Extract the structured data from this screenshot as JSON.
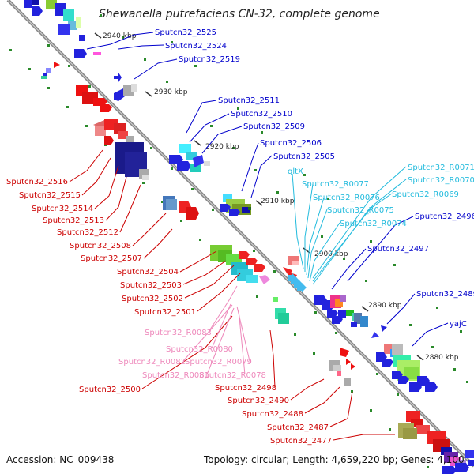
{
  "header": {
    "title": "Shewanella putrefaciens CN-32, complete genome"
  },
  "footer": {
    "accession": "Accession: NC_009438",
    "topology": "Topology: circular; Length: 4,659,220 bp; Genes: 4,100"
  },
  "colors": {
    "blue_label": "#0000cc",
    "red_label": "#cc0000",
    "pink_label": "#ee88bb",
    "cyan_label": "#22bbdd",
    "backbone": "#888888",
    "tick": "#228822"
  },
  "kbp_markers": [
    "2940 kbp",
    "2930 kbp",
    "2920 kbp",
    "2910 kbp",
    "2900 kbp",
    "2890 kbp",
    "2880 kbp"
  ],
  "labels": {
    "blue": [
      "Sputcn32_2525",
      "Sputcn32_2524",
      "Sputcn32_2519",
      "Sputcn32_2511",
      "Sputcn32_2510",
      "Sputcn32_2509",
      "Sputcn32_2506",
      "Sputcn32_2505",
      "Sputcn32_2496",
      "Sputcn32_2497",
      "Sputcn32_2489",
      "yajC"
    ],
    "red": [
      "Sputcn32_2516",
      "Sputcn32_2515",
      "Sputcn32_2514",
      "Sputcn32_2513",
      "Sputcn32_2512",
      "Sputcn32_2508",
      "Sputcn32_2507",
      "Sputcn32_2504",
      "Sputcn32_2503",
      "Sputcn32_2502",
      "Sputcn32_2501",
      "Sputcn32_2500",
      "Sputcn32_2498",
      "Sputcn32_2490",
      "Sputcn32_2488",
      "Sputcn32_2487",
      "Sputcn32_2477"
    ],
    "pink": [
      "Sputcn32_R0083",
      "Sputcn32_R0080",
      "Sputcn32_R0082",
      "Sputcn32_R0079",
      "Sputcn32_R0081",
      "Sputcn32_R0078"
    ],
    "cyan": [
      "gltX",
      "Sputcn32_R0077",
      "Sputcn32_R0076",
      "Sputcn32_R0075",
      "Sputcn32_R0074",
      "Sputcn32_R0071",
      "Sputcn32_R0070",
      "Sputcn32_R0069"
    ]
  }
}
